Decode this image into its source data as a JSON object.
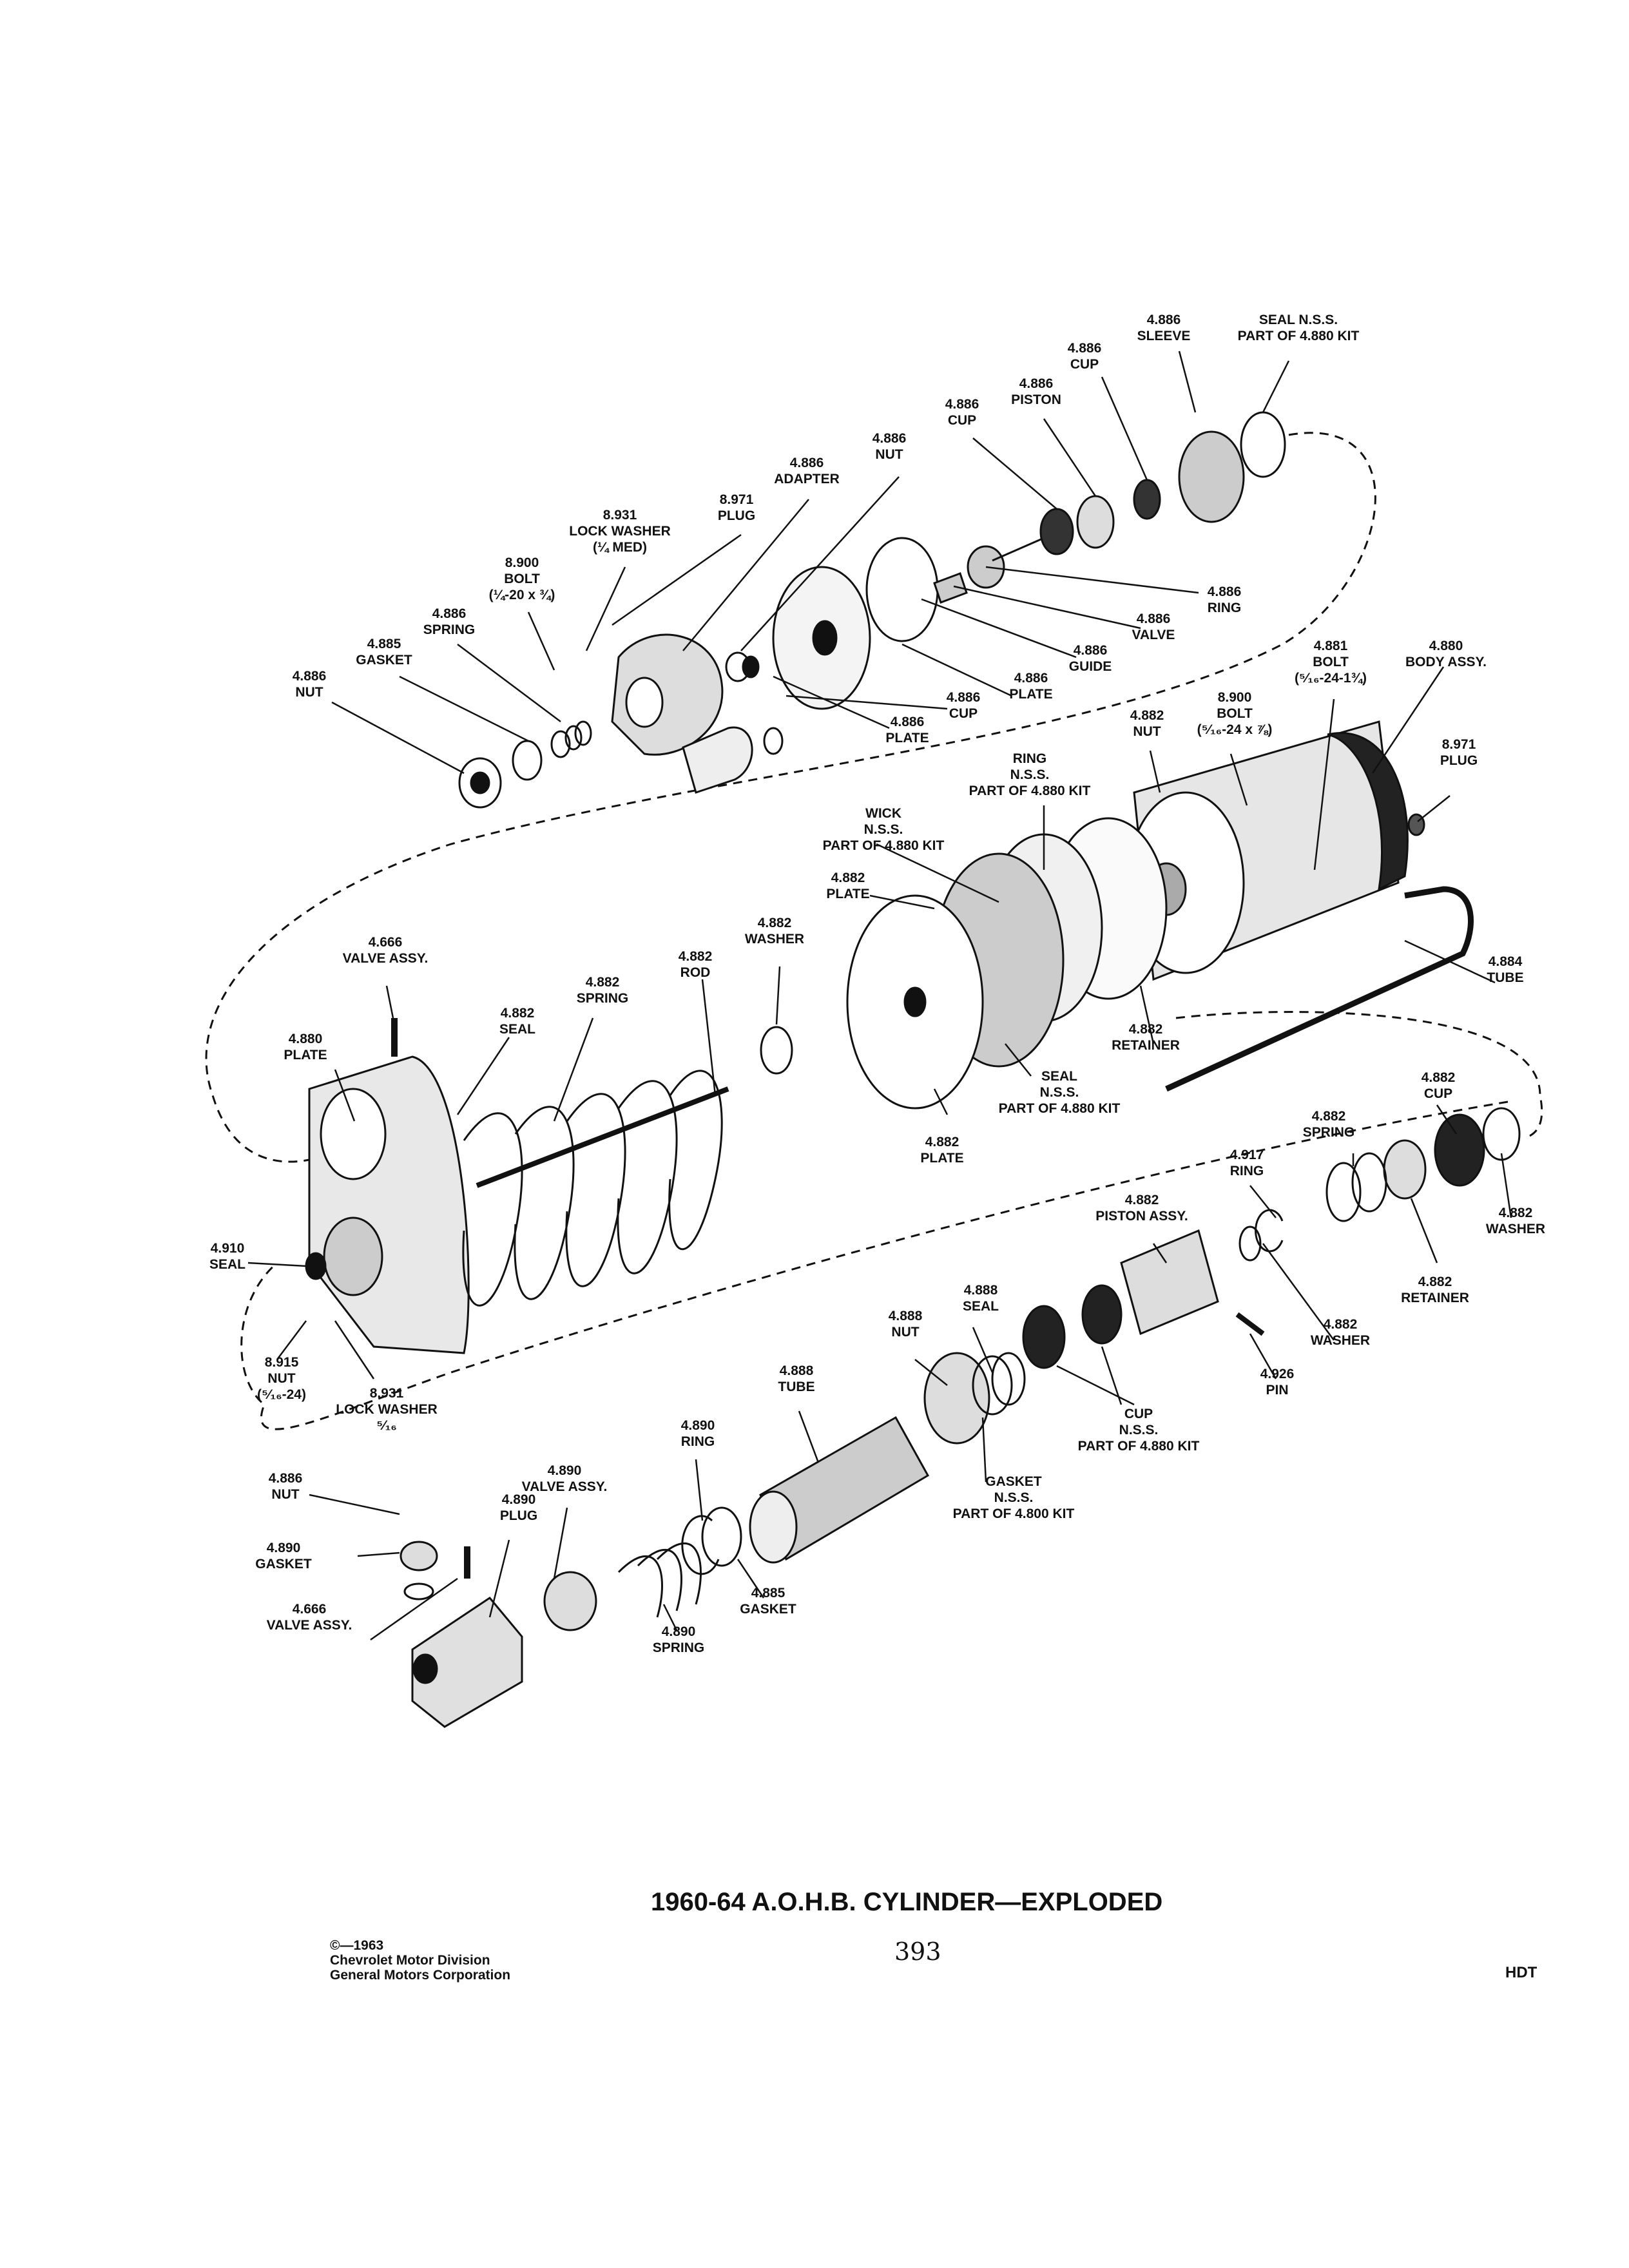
{
  "title": "1960-64 A.O.H.B. CYLINDER—EXPLODED",
  "page_number": "393",
  "copyright": [
    "©—1963",
    "Chevrolet Motor Division",
    "General Motors Corporation"
  ],
  "code": "HDT",
  "callouts": [
    {
      "id": "sleve-4886",
      "lines": [
        "4.886",
        "SLEEVE"
      ]
    },
    {
      "id": "seal-nss-top",
      "lines": [
        "SEAL N.S.S.",
        "PART OF 4.880 KIT"
      ]
    },
    {
      "id": "cup-4886-a",
      "lines": [
        "4.886",
        "CUP"
      ]
    },
    {
      "id": "piston-4886",
      "lines": [
        "4.886",
        "PISTON"
      ]
    },
    {
      "id": "cup-4886-b",
      "lines": [
        "4.886",
        "CUP"
      ]
    },
    {
      "id": "nut-4886-top",
      "lines": [
        "4.886",
        "NUT"
      ]
    },
    {
      "id": "adapter-4886",
      "lines": [
        "4.886",
        "ADAPTER"
      ]
    },
    {
      "id": "plug-8971-top",
      "lines": [
        "8.971",
        "PLUG"
      ]
    },
    {
      "id": "lockwasher-8931-top",
      "lines": [
        "8.931",
        "LOCK WASHER",
        "(¼ MED)"
      ]
    },
    {
      "id": "bolt-8900-left",
      "lines": [
        "8.900",
        "BOLT",
        "(¼-20 x ¾)"
      ]
    },
    {
      "id": "spring-4886",
      "lines": [
        "4.886",
        "SPRING"
      ]
    },
    {
      "id": "gasket-4885-top",
      "lines": [
        "4.885",
        "GASKET"
      ]
    },
    {
      "id": "nut-4886-left",
      "lines": [
        "4.886",
        "NUT"
      ]
    },
    {
      "id": "ring-4886",
      "lines": [
        "4.886",
        "RING"
      ]
    },
    {
      "id": "valve-4886",
      "lines": [
        "4.886",
        "VALVE"
      ]
    },
    {
      "id": "guide-4886",
      "lines": [
        "4.886",
        "GUIDE"
      ]
    },
    {
      "id": "plate-4886-a",
      "lines": [
        "4.886",
        "PLATE"
      ]
    },
    {
      "id": "cup-4886-c",
      "lines": [
        "4.886",
        "CUP"
      ]
    },
    {
      "id": "plate-4886-b",
      "lines": [
        "4.886",
        "PLATE"
      ]
    },
    {
      "id": "bolt-4881",
      "lines": [
        "4.881",
        "BOLT",
        "(⁵⁄₁₆-24-1¾)"
      ]
    },
    {
      "id": "body-4880",
      "lines": [
        "4.880",
        "BODY ASSY."
      ]
    },
    {
      "id": "bolt-8900-right",
      "lines": [
        "8.900",
        "BOLT",
        "(⁵⁄₁₆-24 x ⅞)"
      ]
    },
    {
      "id": "nut-4882",
      "lines": [
        "4.882",
        "NUT"
      ]
    },
    {
      "id": "plug-8971-right",
      "lines": [
        "8.971",
        "PLUG"
      ]
    },
    {
      "id": "ring-nss",
      "lines": [
        "RING",
        "N.S.S.",
        "PART OF 4.880 KIT"
      ]
    },
    {
      "id": "wick-nss",
      "lines": [
        "WICK",
        "N.S.S.",
        "PART OF 4.880 KIT"
      ]
    },
    {
      "id": "plate-4882-a",
      "lines": [
        "4.882",
        "PLATE"
      ]
    },
    {
      "id": "washer-4882-mid",
      "lines": [
        "4.882",
        "WASHER"
      ]
    },
    {
      "id": "rod-4882",
      "lines": [
        "4.882",
        "ROD"
      ]
    },
    {
      "id": "valve-4666-top",
      "lines": [
        "4.666",
        "VALVE ASSY."
      ]
    },
    {
      "id": "spring-4882-big",
      "lines": [
        "4.882",
        "SPRING"
      ]
    },
    {
      "id": "seal-4882",
      "lines": [
        "4.882",
        "SEAL"
      ]
    },
    {
      "id": "plate-4880",
      "lines": [
        "4.880",
        "PLATE"
      ]
    },
    {
      "id": "tube-4884",
      "lines": [
        "4.884",
        "TUBE"
      ]
    },
    {
      "id": "retainer-4882-mid",
      "lines": [
        "4.882",
        "RETAINER"
      ]
    },
    {
      "id": "seal-nss-mid",
      "lines": [
        "SEAL",
        "N.S.S.",
        "PART OF 4.880 KIT"
      ]
    },
    {
      "id": "plate-4882-b",
      "lines": [
        "4.882",
        "PLATE"
      ]
    },
    {
      "id": "cup-4882",
      "lines": [
        "4.882",
        "CUP"
      ]
    },
    {
      "id": "spring-4882-small",
      "lines": [
        "4.882",
        "SPRING"
      ]
    },
    {
      "id": "ring-4917",
      "lines": [
        "4.917",
        "RING"
      ]
    },
    {
      "id": "piston-4882",
      "lines": [
        "4.882",
        "PISTON ASSY."
      ]
    },
    {
      "id": "washer-4882-right",
      "lines": [
        "4.882",
        "WASHER"
      ]
    },
    {
      "id": "retainer-4882-right",
      "lines": [
        "4.882",
        "RETAINER"
      ]
    },
    {
      "id": "washer-4882-low",
      "lines": [
        "4.882",
        "WASHER"
      ]
    },
    {
      "id": "pin-4926",
      "lines": [
        "4.926",
        "PIN"
      ]
    },
    {
      "id": "seal-4910",
      "lines": [
        "4.910",
        "SEAL"
      ]
    },
    {
      "id": "nut-8915",
      "lines": [
        "8.915",
        "NUT",
        "(⁵⁄₁₆-24)"
      ]
    },
    {
      "id": "lockwasher-8931-low",
      "lines": [
        "8.931",
        "LOCK WASHER",
        "⁵⁄₁₆"
      ]
    },
    {
      "id": "seal-4888",
      "lines": [
        "4.888",
        "SEAL"
      ]
    },
    {
      "id": "nut-4888",
      "lines": [
        "4.888",
        "NUT"
      ]
    },
    {
      "id": "tube-4888",
      "lines": [
        "4.888",
        "TUBE"
      ]
    },
    {
      "id": "cup-nss",
      "lines": [
        "CUP",
        "N.S.S.",
        "PART OF 4.880 KIT"
      ]
    },
    {
      "id": "gasket-nss",
      "lines": [
        "GASKET",
        "N.S.S.",
        "PART OF 4.800 KIT"
      ]
    },
    {
      "id": "ring-4890",
      "lines": [
        "4.890",
        "RING"
      ]
    },
    {
      "id": "valve-4890",
      "lines": [
        "4.890",
        "VALVE ASSY."
      ]
    },
    {
      "id": "plug-4890",
      "lines": [
        "4.890",
        "PLUG"
      ]
    },
    {
      "id": "nut-4886-low",
      "lines": [
        "4.886",
        "NUT"
      ]
    },
    {
      "id": "gasket-4890",
      "lines": [
        "4.890",
        "GASKET"
      ]
    },
    {
      "id": "valve-4666-low",
      "lines": [
        "4.666",
        "VALVE ASSY."
      ]
    },
    {
      "id": "gasket-4885-low",
      "lines": [
        "4.885",
        "GASKET"
      ]
    },
    {
      "id": "spring-4890",
      "lines": [
        "4.890",
        "SPRING"
      ]
    }
  ]
}
